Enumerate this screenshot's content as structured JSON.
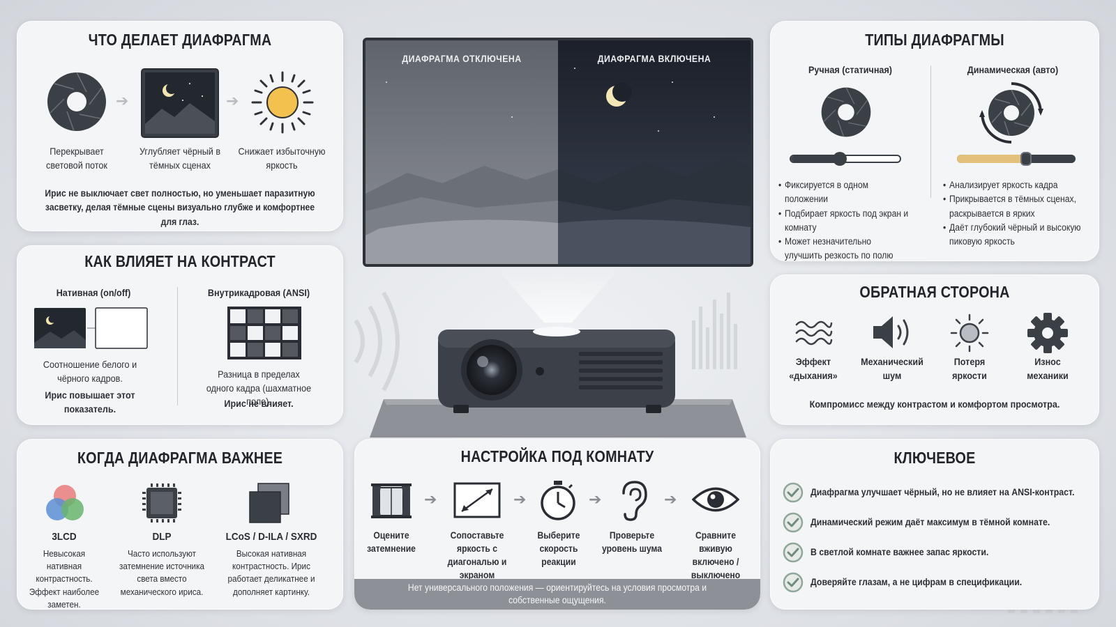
{
  "card_what": {
    "title": "ЧТО ДЕЛАЕТ ДИАФРАГМА",
    "items": [
      {
        "label": "Перекрывает световой поток",
        "icon": "aperture-icon"
      },
      {
        "label": "Углубляет чёрный в тёмных сценах",
        "icon": "night-scene-icon"
      },
      {
        "label": "Снижает избыточную яркость",
        "icon": "sun-icon"
      }
    ],
    "note": "Ирис не выключает свет полностью, но уменьшает паразитную засветку, делая тёмные сцены визуально глубже и комфортнее для глаз."
  },
  "card_contrast": {
    "title": "КАК ВЛИЯЕТ НА КОНТРАСТ",
    "native": {
      "heading": "Нативная (on/off)",
      "text": "Соотношение белого и чёрного кадров.",
      "bold": "Ирис повышает этот показатель."
    },
    "ansi": {
      "heading": "Внутрикадровая (ANSI)",
      "text": "Разница в пределах одного кадра (шахматное поле).",
      "bold": "Ирис не влияет."
    }
  },
  "card_when": {
    "title": "КОГДА ДИАФРАГМА ВАЖНЕЕ",
    "items": [
      {
        "name": "3LCD",
        "text": "Невысокая нативная контрастность. Эффект наиболее заметен."
      },
      {
        "name": "DLP",
        "text": "Часто используют затемнение источника света вместо механического ириса."
      },
      {
        "name": "LCoS / D-ILA / SXRD",
        "text": "Высокая нативная контрастность. Ирис работает деликатнее и дополняет картинку."
      }
    ]
  },
  "screen": {
    "left_label": "ДИАФРАГМА ОТКЛЮЧЕНА",
    "right_label": "ДИАФРАГМА ВКЛЮЧЕНА"
  },
  "card_types": {
    "title": "ТИПЫ ДИАФРАГМЫ",
    "manual": {
      "heading": "Ручная (статичная)",
      "slider_value": 0.45,
      "bullets": [
        "Фиксируется в одном положении",
        "Подбирает яркость под экран и комнату",
        "Может незначительно улучшить резкость по полю"
      ]
    },
    "dynamic": {
      "heading": "Динамическая (авто)",
      "slider_value": 0.58,
      "bullets": [
        "Анализирует яркость кадра",
        "Прикрывается в тёмных сценах, раскрывается в ярких",
        "Даёт глубокий чёрный и высокую пиковую яркость"
      ]
    }
  },
  "card_back": {
    "title": "ОБРАТНАЯ СТОРОНА",
    "items": [
      {
        "label": "Эффект «дыхания»",
        "icon": "waves-icon"
      },
      {
        "label": "Механический шум",
        "icon": "speaker-icon"
      },
      {
        "label": "Потеря яркости",
        "icon": "dim-sun-icon"
      },
      {
        "label": "Износ механики",
        "icon": "gear-icon"
      }
    ],
    "note": "Компромисс между контрастом и комфортом просмотра."
  },
  "card_setup": {
    "title": "НАСТРОЙКА ПОД КОМНАТУ",
    "steps": [
      {
        "label": "Оцените затемнение",
        "icon": "window-curtain-icon"
      },
      {
        "label": "Сопоставьте яркость с диагональю и экраном",
        "icon": "screen-diagonal-icon"
      },
      {
        "label": "Выберите скорость реакции",
        "icon": "stopwatch-icon"
      },
      {
        "label": "Проверьте уровень шума",
        "icon": "ear-icon"
      },
      {
        "label": "Сравните вживую включено / выключено",
        "icon": "eye-icon"
      }
    ],
    "footer": "Нет универсального положения — ориентируйтесь на условия просмотра и собственные ощущения."
  },
  "card_key": {
    "title": "КЛЮЧЕВОЕ",
    "items": [
      "Диафрагма улучшает чёрный, но не влияет на ANSI-контраст.",
      "Динамический режим даёт максимум в тёмной комнате.",
      "В светлой комнате важнее запас яркости.",
      "Доверяйте глазам, а не цифрам в спецификации."
    ]
  },
  "colors": {
    "card_bg": "#f4f5f7",
    "dark": "#3b3f46",
    "sun": "#f2c14e",
    "check": "#8fa79a"
  }
}
